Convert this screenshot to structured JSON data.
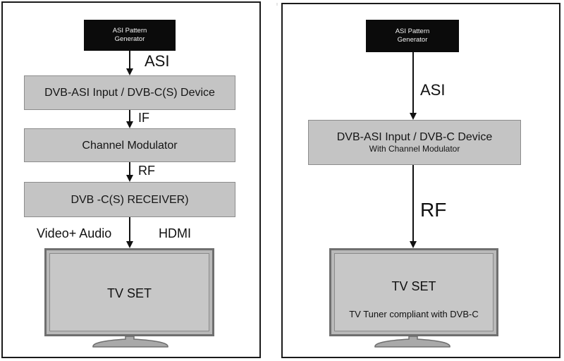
{
  "left": {
    "generator": {
      "line1": "ASI Pattern",
      "line2": "Generator"
    },
    "asi_label": "ASI",
    "device_box": "DVB-ASI Input / DVB-C(S) Device",
    "if_label": "IF",
    "modulator_box": "Channel Modulator",
    "rf_label": "RF",
    "receiver_box": "DVB -C(S) RECEIVER)",
    "video_audio_label": "Video+ Audio",
    "hdmi_label": "HDMI",
    "tv_label": "TV SET"
  },
  "right": {
    "generator": {
      "line1": "ASI Pattern",
      "line2": "Generator"
    },
    "asi_label": "ASI",
    "device_box": {
      "line1": "DVB-ASI  Input / DVB-C Device",
      "line2": "With Channel Modulator"
    },
    "rf_label": "RF",
    "tv_label": "TV SET",
    "tv_sub": "TV Tuner compliant with DVB-C"
  },
  "colors": {
    "generator_fill": "#0b0b0b",
    "box_fill": "#c4c4c4",
    "tv_frame": "#b9b9b9",
    "tv_stand": "#a9a9a9",
    "border": "#1a1a1a"
  }
}
